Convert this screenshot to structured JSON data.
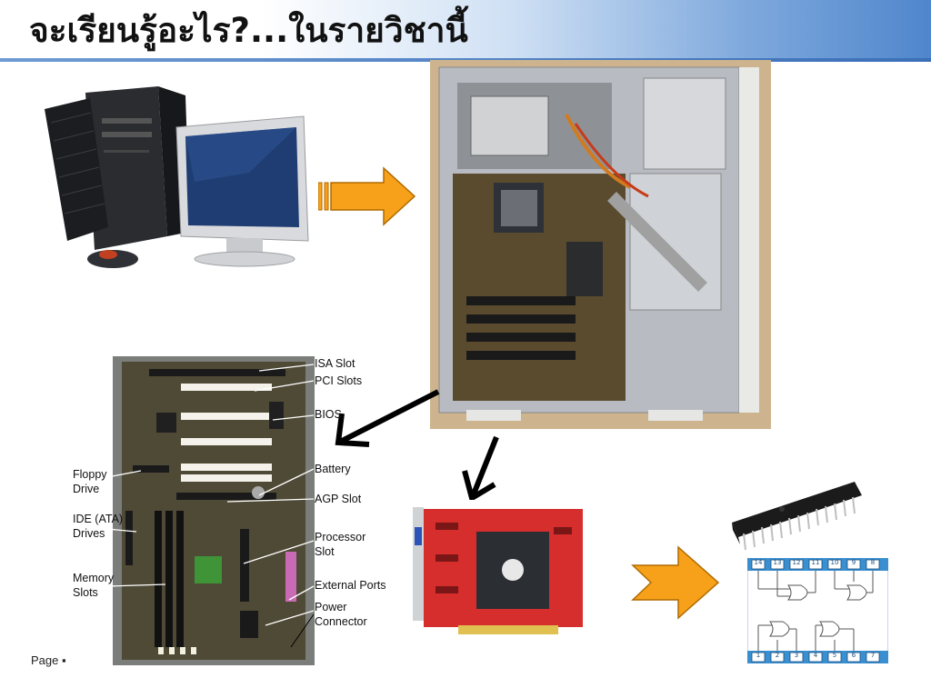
{
  "slide": {
    "title": "จะเรียนรู้อะไร?...ในรายวิชานี้",
    "footer": "Page ▪"
  },
  "motherboard_labels": {
    "isa_slot": "ISA Slot",
    "pci_slots": "PCI Slots",
    "bios": "BIOS",
    "battery": "Battery",
    "agp_slot": "AGP Slot",
    "processor_slot": "Processor\nSlot",
    "external_ports": "External Ports",
    "power_connector": "Power\nConnector",
    "floppy_drive": "Floppy\nDrive",
    "ide_drives": "IDE (ATA)\nDrives",
    "memory_slots": "Memory\nSlots"
  },
  "ic_diagram": {
    "top_pins": [
      "14",
      "13",
      "12",
      "11",
      "10",
      "9",
      "8"
    ],
    "bottom_pins": [
      "1",
      "2",
      "3",
      "4",
      "5",
      "6",
      "7"
    ]
  },
  "colors": {
    "arrow_orange": "#f7a11a",
    "arrow_outline": "#b06a00",
    "title_blue": "#4f86cc"
  },
  "icons": {
    "arrow_right_1": "orange-block-arrow-right",
    "arrow_right_2": "orange-block-arrow-right",
    "arrow_down_left_1": "black-arrow-down-left",
    "arrow_down_left_2": "black-arrow-down"
  }
}
